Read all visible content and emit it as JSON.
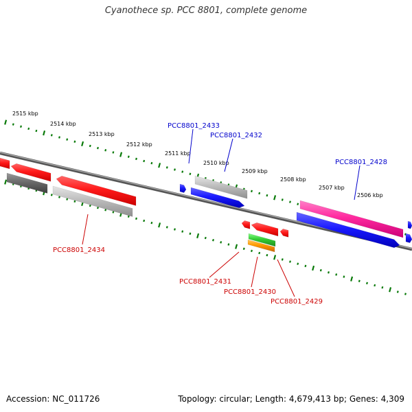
{
  "title": "Cyanothece sp. PCC 8801, complete genome",
  "footer": {
    "accession": "Accession: NC_011726",
    "stats": "Topology: circular; Length: 4,679,413 bp; Genes: 4,309"
  },
  "colors": {
    "forward_labels": "#0000cc",
    "reverse_labels": "#cc0000",
    "tick_marks": "#007700",
    "backbone": "#777777"
  },
  "ruler": {
    "unit": "kbp",
    "ticks": [
      "2515 kbp",
      "2514 kbp",
      "2513 kbp",
      "2512 kbp",
      "2511 kbp",
      "2510 kbp",
      "2509 kbp",
      "2508 kbp",
      "2507 kbp",
      "2506 kbp"
    ]
  },
  "gene_labels": [
    {
      "text": "PCC8801_2433",
      "strand": "forward"
    },
    {
      "text": "PCC8801_2432",
      "strand": "forward"
    },
    {
      "text": "PCC8801_2428",
      "strand": "forward"
    },
    {
      "text": "PCC8801_2434",
      "strand": "reverse"
    },
    {
      "text": "PCC8801_2431",
      "strand": "reverse"
    },
    {
      "text": "PCC8801_2430",
      "strand": "reverse"
    },
    {
      "text": "PCC8801_2429",
      "strand": "reverse"
    }
  ]
}
